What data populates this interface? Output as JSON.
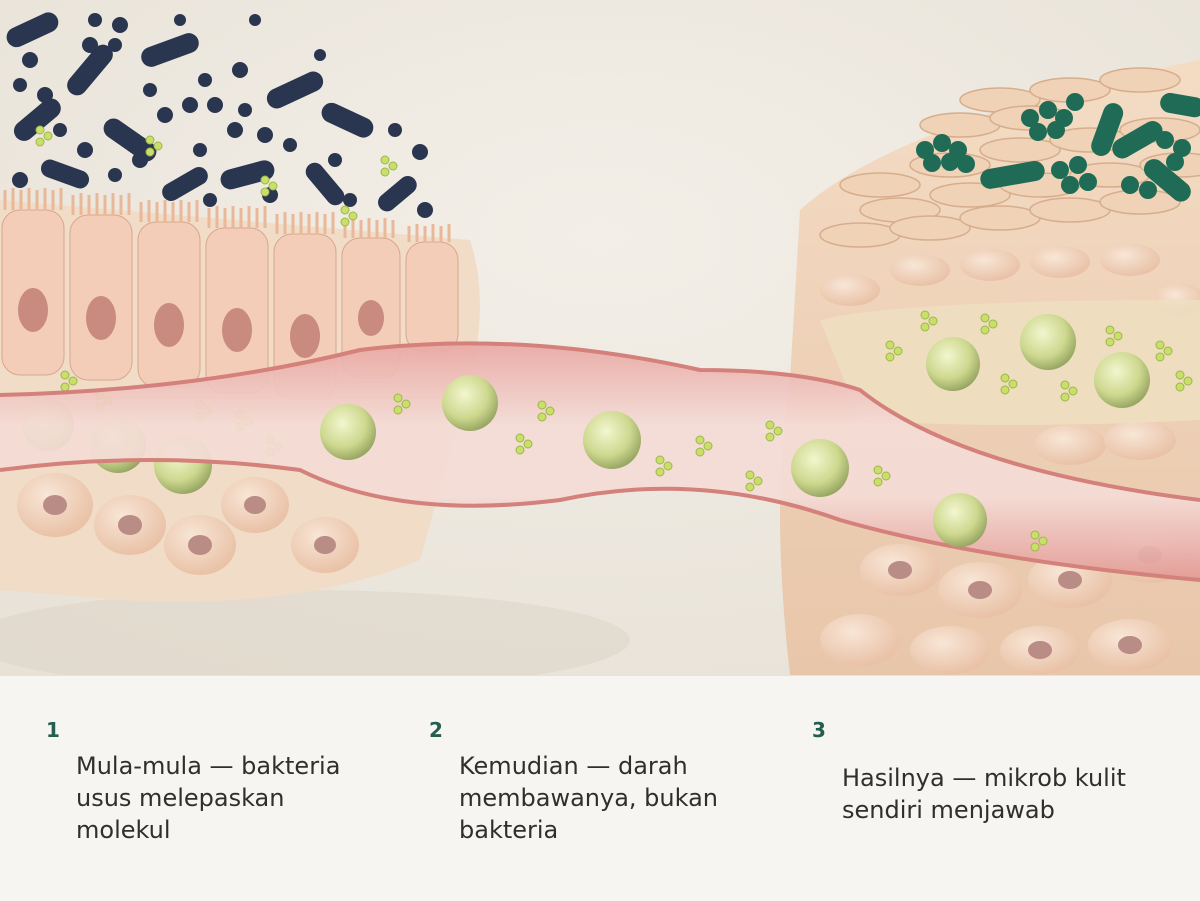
{
  "steps": [
    {
      "number": "1",
      "text": "Mula-mula — bakteria usus melepaskan molekul"
    },
    {
      "number": "2",
      "text": "Kemudian — darah membawanya, bukan bakteria"
    },
    {
      "number": "3",
      "text": "Hasilnya — mikrob kulit sendiri menjawab"
    }
  ],
  "colors": {
    "background": "#f6f4ef",
    "caption_panel": "#f6f5f1",
    "step_number": "#245e4f",
    "caption_text": "#2f2f2f",
    "gut_bacteria": "#2a3550",
    "skin_microbes": "#1f6b55",
    "signal_molecule": "#c8e06a",
    "vessel_wall": "#e7a4a0",
    "immune_cell": "#dfe6a4",
    "tissue": "#f2d9c2"
  }
}
